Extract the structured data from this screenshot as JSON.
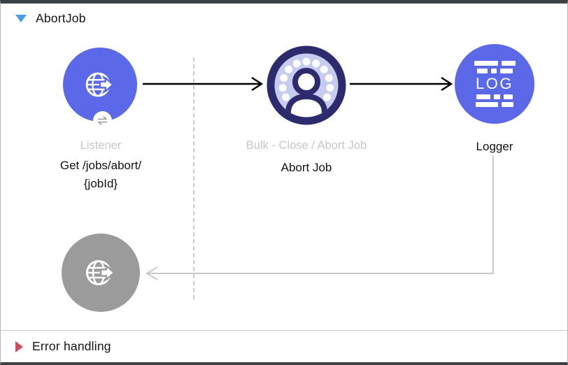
{
  "window": {
    "flow_title": "AbortJob",
    "error_section_title": "Error handling"
  },
  "nodes": {
    "listener": {
      "type_label": "Listener",
      "display_name_line1": "Get /jobs/abort/",
      "display_name_line2": "{jobId}"
    },
    "bulk": {
      "type_label": "Bulk - Close / Abort Job",
      "display_name": "Abort Job"
    },
    "logger": {
      "display_name": "Logger",
      "icon_text": "LOG"
    }
  },
  "icons": {
    "flow_expander": "triangle-down",
    "error_expander": "triangle-right",
    "listener": "globe-arrow",
    "listener_badge": "exchange-arrows",
    "bulk": "user-in-dotted-ring",
    "logger": "log-lines",
    "response": "globe-arrow-gray"
  },
  "colors": {
    "connector_blue": "#5b68e8",
    "bulk_navy": "#2e2a6e",
    "bulk_fill": "#c6cbf0",
    "response_gray": "#9b9b9b",
    "muted_label": "#c7c7c7",
    "expander_blue": "#4d9be8",
    "error_red": "#c94f5f",
    "flow_line_black": "#000000",
    "response_line_gray": "#c9c9c9"
  }
}
